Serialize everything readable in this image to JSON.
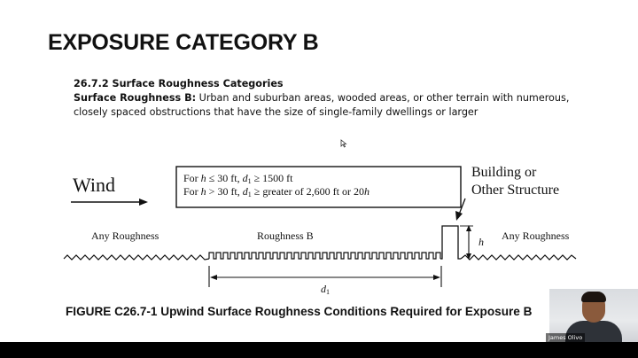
{
  "slide": {
    "title": "EXPOSURE CATEGORY B",
    "section_heading": "26.7.2 Surface Roughness Categories",
    "roughness_label": "Surface Roughness B:",
    "roughness_desc_line1": " Urban and suburban areas, wooded areas, or other terrain with numerous,",
    "roughness_desc_line2": "closely spaced obstructions that have the size of single-family dwellings or larger"
  },
  "diagram": {
    "wind_label": "Wind",
    "cond_line1_prefix": "For ",
    "cond_h": "h",
    "cond_line1_mid": " ≤  30 ft, ",
    "cond_d": "d",
    "cond_sub": "1",
    "cond_line1_suffix": " ≥  1500 ft",
    "cond_line2_mid": " > 30 ft, ",
    "cond_line2_suffix": " ≥  greater of 2,600 ft  or 20",
    "building_line1": "Building or",
    "building_line2": "Other Structure",
    "any_roughness_left": "Any Roughness",
    "roughness_b": "Roughness B",
    "any_roughness_right": "Any Roughness",
    "height_label": "h",
    "distance_label": "d",
    "distance_sub": "1",
    "figure_caption": "FIGURE C26.7-1 Upwind Surface Roughness Conditions Required for Exposure B"
  },
  "webcam": {
    "name": "James Olivo"
  }
}
